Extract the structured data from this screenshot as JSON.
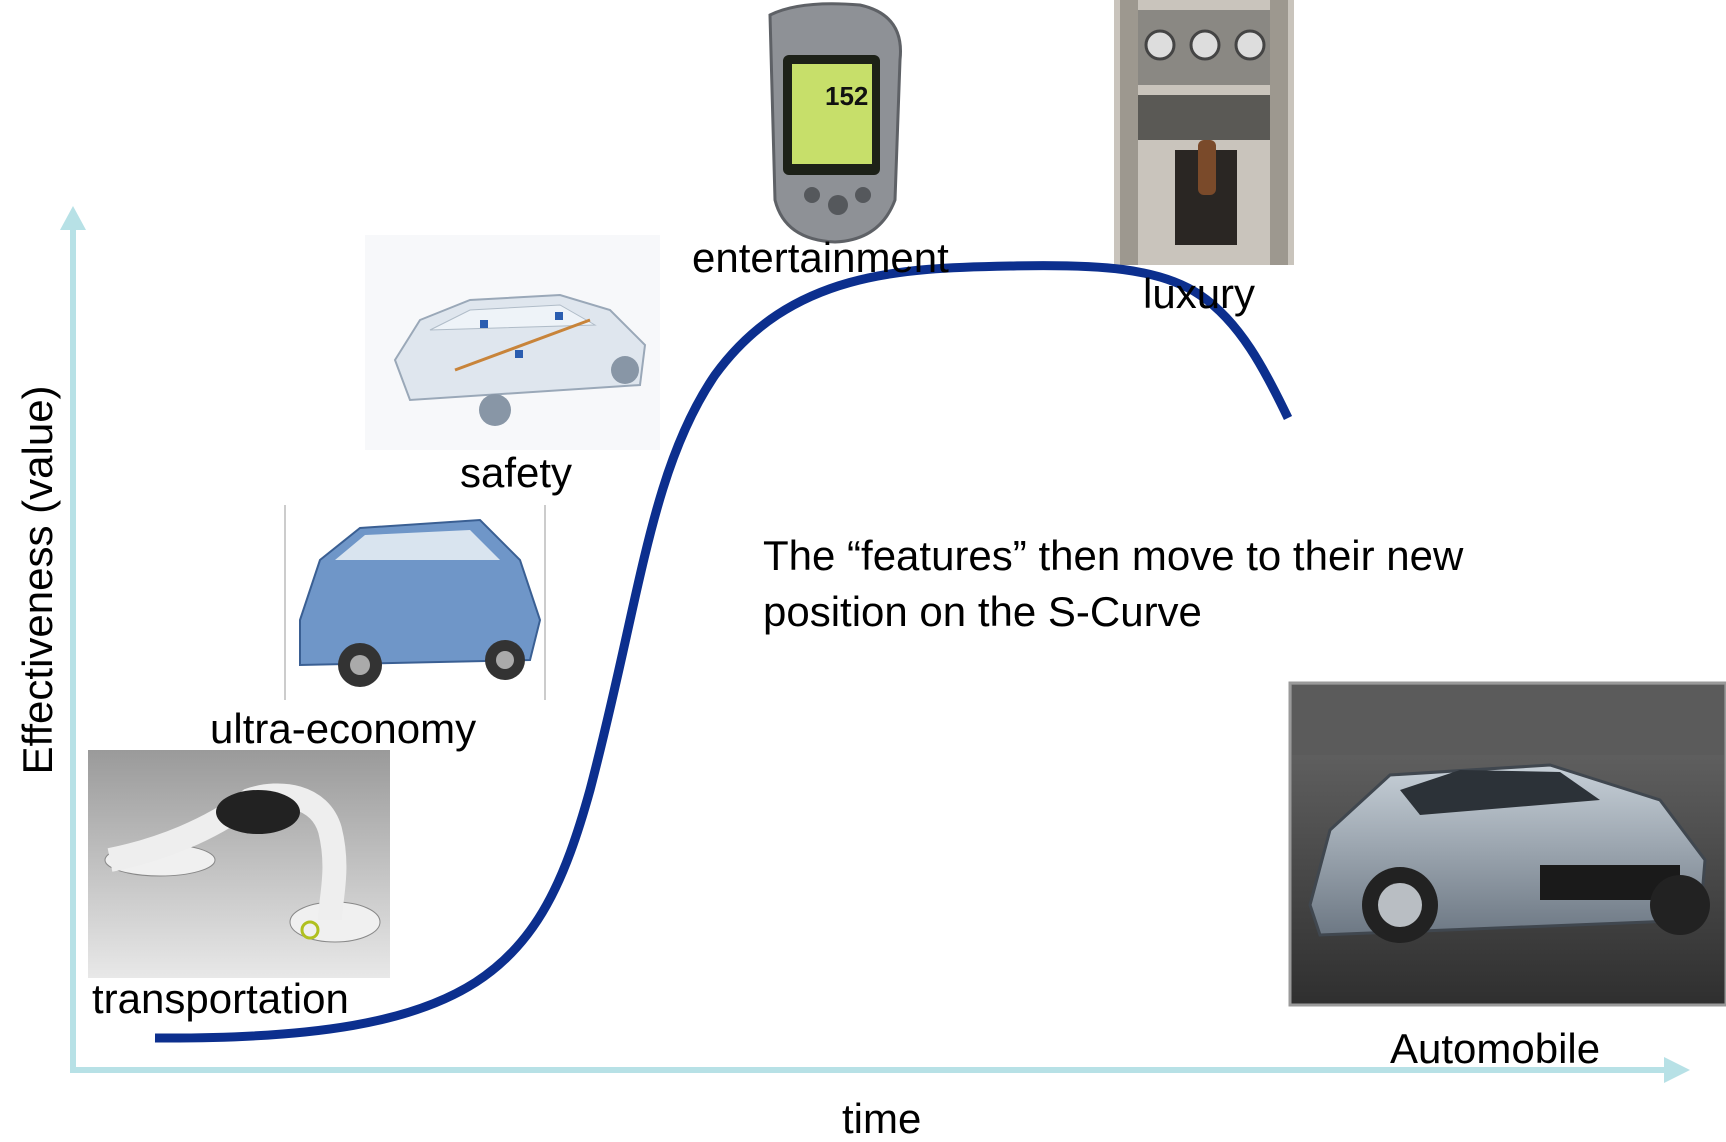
{
  "axes": {
    "y_label": "Effectiveness (value)",
    "x_label": "time",
    "axis_color": "#b7e1e6",
    "curve_color": "#0c2f8e"
  },
  "features": [
    {
      "label": "transportation",
      "icon": "hover-car-photo"
    },
    {
      "label": "ultra-economy",
      "icon": "cutaway-car-photo"
    },
    {
      "label": "safety",
      "icon": "transparent-car-photo"
    },
    {
      "label": "entertainment",
      "icon": "gps-device-photo"
    },
    {
      "label": "luxury",
      "icon": "car-interior-console-photo"
    }
  ],
  "caption": "The “features” then move to their new position on the S-Curve",
  "automobile": {
    "label": "Automobile",
    "icon": "sports-car-photo"
  }
}
